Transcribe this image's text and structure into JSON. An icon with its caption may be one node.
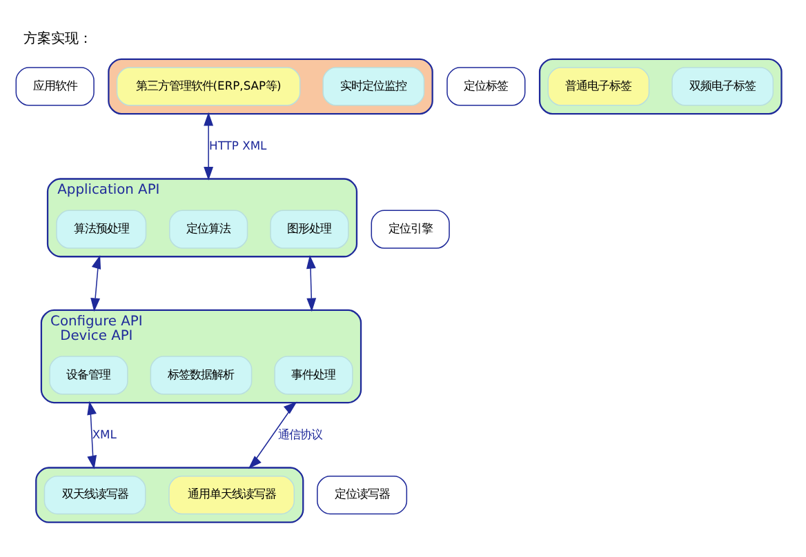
{
  "diagram": {
    "title": "方案实现：",
    "nodes": [
      {
        "text": [
          "应用软件"
        ]
      },
      {
        "text": [],
        "shape": "box"
      },
      {
        "text": [
          "实时定位监控"
        ],
        "in": 1
      },
      {
        "text": [
          "第三方管理软件(ERP,SAP等)"
        ],
        "in": 1
      },
      {
        "text": [
          "定位引擎"
        ]
      },
      {
        "text": [
          "Application API"
        ]
      },
      {
        "text": [
          "算法预处理"
        ],
        "in": 5
      },
      {
        "text": [
          "定位算法"
        ],
        "in": 5
      },
      {
        "text": [
          "图形处理"
        ],
        "in": 5
      },
      {
        "text": [
          "Configure API",
          "Device API"
        ]
      },
      {
        "text": [
          "设备管理"
        ],
        "in": 9
      },
      {
        "text": [
          "标签数据解析"
        ],
        "in": 9
      },
      {
        "text": [
          "事件处理"
        ],
        "in": 9
      },
      {
        "text": [
          "定位读写器"
        ]
      },
      {
        "text": [],
        "shape": "box"
      },
      {
        "text": [
          "双天线读写器"
        ],
        "in": 14
      },
      {
        "text": [
          "通用单天线读写器"
        ],
        "in": 14
      },
      {
        "text": [
          "定位标签"
        ]
      },
      {
        "text": [],
        "shape": "box"
      },
      {
        "text": [
          "双频电子标签"
        ],
        "in": 18
      },
      {
        "text": [
          "普通电子标签"
        ],
        "in": 18
      }
    ],
    "edges": [
      {
        "from": 1,
        "to": 5,
        "arrow": "both",
        "label": "HTTP XML"
      },
      {
        "from": 5,
        "to": 9,
        "arrow": "both"
      },
      {
        "from": 5,
        "to": 9,
        "arrow": "both"
      },
      {
        "from": 9,
        "to": 14,
        "arrow": "both",
        "label": "XML"
      },
      {
        "from": 9,
        "to": 14,
        "arrow": "both",
        "label": "通信协议"
      }
    ]
  }
}
